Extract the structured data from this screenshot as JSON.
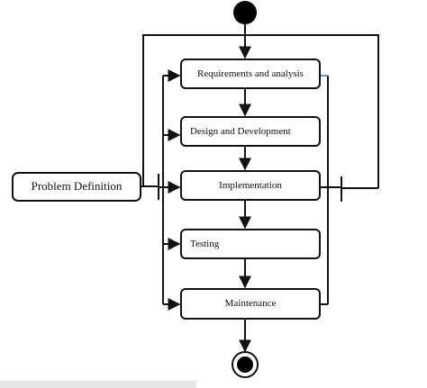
{
  "diagram": {
    "nodes": {
      "requirements": "Requirements and analysis",
      "design": "Design and Development",
      "implementation": "Implementation",
      "testing": "Testing",
      "maintenance": "Maintenance",
      "problem_definition": "Problem Definition"
    }
  }
}
